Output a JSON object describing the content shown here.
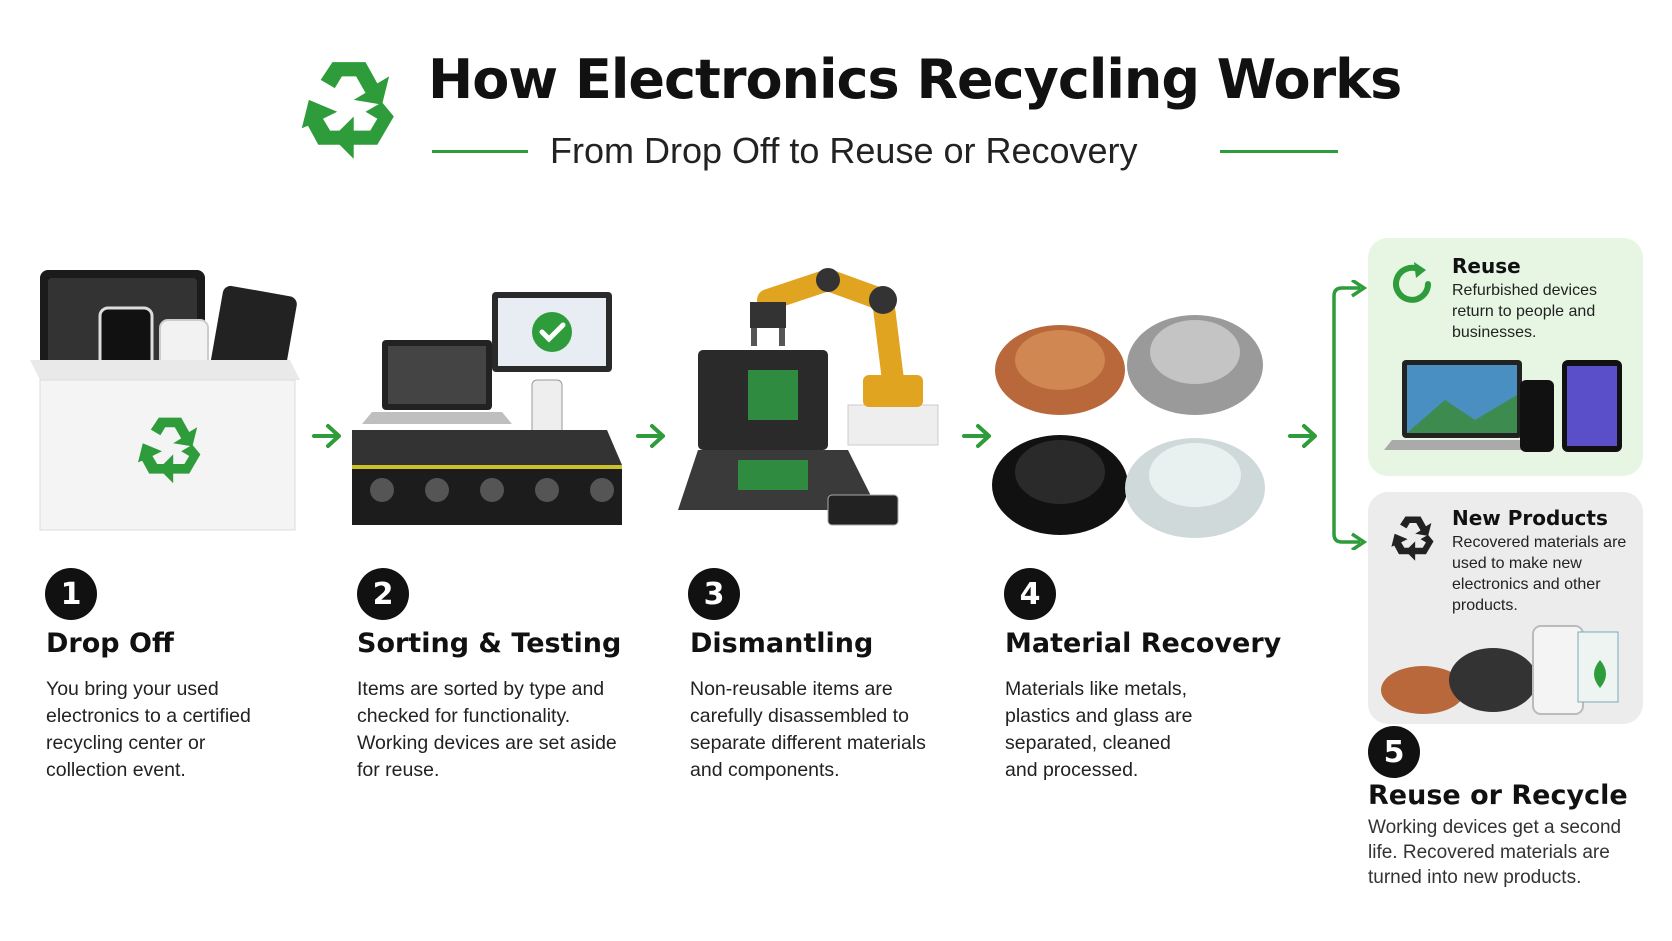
{
  "header": {
    "title": "How Electronics Recycling Works",
    "subtitle": "From Drop Off to Reuse or Recovery"
  },
  "colors": {
    "accent": "#2e9c3a",
    "badge": "#111111",
    "reuse_panel": "#e6f6e3",
    "new_panel": "#ececec"
  },
  "steps": [
    {
      "number": "1",
      "title": "Drop Off",
      "description": "You bring your used electronics to a certified recycling center or collection event.",
      "icon": "box-of-devices-icon"
    },
    {
      "number": "2",
      "title": "Sorting & Testing",
      "description": "Items are sorted by type and checked for functionality. Working devices are set aside for reuse.",
      "icon": "conveyor-belt-icon"
    },
    {
      "number": "3",
      "title": "Dismantling",
      "description": "Non-reusable items are carefully disassembled to separate different materials and components.",
      "icon": "robot-arm-icon"
    },
    {
      "number": "4",
      "title": "Material Recovery",
      "description": "Materials like metals, plastics and glass are separated, cleaned and processed.",
      "icon": "material-piles-icon"
    }
  ],
  "outcomes": {
    "reuse": {
      "title": "Reuse",
      "description": "Refurbished devices return to people and businesses.",
      "icon": "refresh-icon"
    },
    "new_products": {
      "title": "New Products",
      "description": "Recovered materials are used to make new electronics and other products.",
      "icon": "recycle-icon"
    }
  },
  "final_step": {
    "number": "5",
    "title": "Reuse or Recycle",
    "description": "Working devices get a second life. Recovered materials are turned into new products."
  }
}
